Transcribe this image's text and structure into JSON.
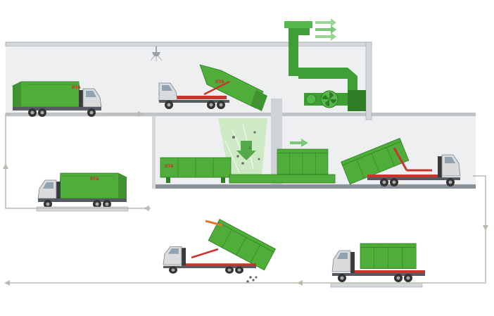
{
  "colors": {
    "truck_green": "#4fad3a",
    "truck_green_dark": "#2f7d24",
    "duct_green": "#3f9e35",
    "cab_grey": "#d9dbdc",
    "hall_fill": "#eeeff1",
    "floor_grey": "#8a9096",
    "flow_line": "#b8bcb0",
    "arrow_green": "#7cc77a",
    "hook_red": "#c8352c",
    "dust_green": "#c9e9bf"
  },
  "logo": {
    "text": "RTA"
  },
  "icons": [
    "garbage-compactor-truck",
    "hook-lift-truck",
    "roll-off-container",
    "ventilation-fan",
    "exhaust-duct",
    "ceiling-sprinkler",
    "weighbridge",
    "flow-arrow"
  ]
}
